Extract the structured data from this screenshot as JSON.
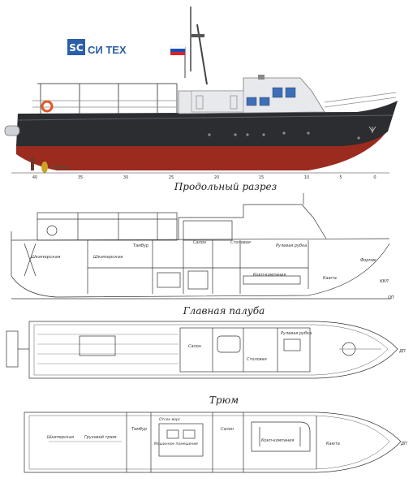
{
  "logo": {
    "mark": "SC",
    "name": "СИ ТЕХ",
    "color": "#2a5ea8"
  },
  "flag_colors": [
    "#ffffff",
    "#1a4fb5",
    "#d8242b"
  ],
  "hull_colors": {
    "topsides": "#2b2d31",
    "bottom": "#9b2a1f",
    "superstructure": "#e8e9ec",
    "boot_top": "#c9c9c9"
  },
  "side_view": {
    "frame_ticks": [
      "40",
      "35",
      "30",
      "25",
      "20",
      "15",
      "10",
      "5",
      "0"
    ]
  },
  "sections": {
    "longitudinal": {
      "title": "Продольный разрез"
    },
    "main_deck": {
      "title": "Главная палуба"
    },
    "hold": {
      "title": "Трюм"
    }
  },
  "long_labels": {
    "shkiperskaya": "Шкиперская",
    "shkiperskaya2": "Шкиперская",
    "tambur": "Тамбур",
    "salon": "Салон",
    "stolovaya": "Столовая",
    "rulevaya": "Рулевая рубка",
    "forpik": "Форпик",
    "kokpit": "Кокп-компания",
    "kayuta": "Каюта",
    "kvl": "КВЛ",
    "dp": "ОП"
  },
  "deck_labels": {
    "salon": "Салон",
    "stolovaya": "Столовая",
    "rulevaya": "Рулевая рубка",
    "dp": "ДП"
  },
  "hold_labels": {
    "shkiperskaya": "Шкиперская",
    "gruzovoy": "Грузовой трюм",
    "tambur": "Тамбур",
    "mashinnoe": "Машинное помещение",
    "otsek": "Отсек ворс",
    "salon": "Салон",
    "kokpit": "Кокп-компания",
    "kayuta": "Каюта",
    "dp": "ДП"
  }
}
